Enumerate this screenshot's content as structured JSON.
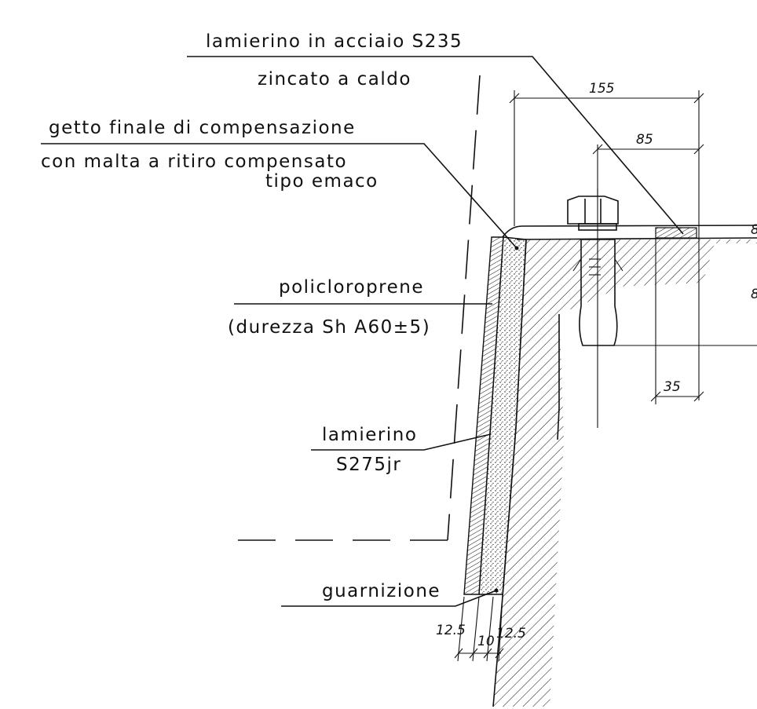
{
  "labels": {
    "plate_line1": "lamierino in acciaio S235",
    "plate_line2": "zincato a caldo",
    "grout_line1": "getto finale di compensazione",
    "grout_line2": "con malta a ritiro compensato",
    "grout_line3": "tipo emaco",
    "neoprene_line1": "policloroprene",
    "neoprene_line2": "(durezza Sh A60±5)",
    "sheet_line1": "lamierino",
    "sheet_line2": "S275jr",
    "gasket": "guarnizione"
  },
  "dimensions": {
    "d155": "155",
    "d85": "85",
    "d35": "35",
    "d12a": "12.5",
    "d10": "10",
    "d12b": "12.5",
    "edge_top": "8",
    "edge_side": "8"
  }
}
